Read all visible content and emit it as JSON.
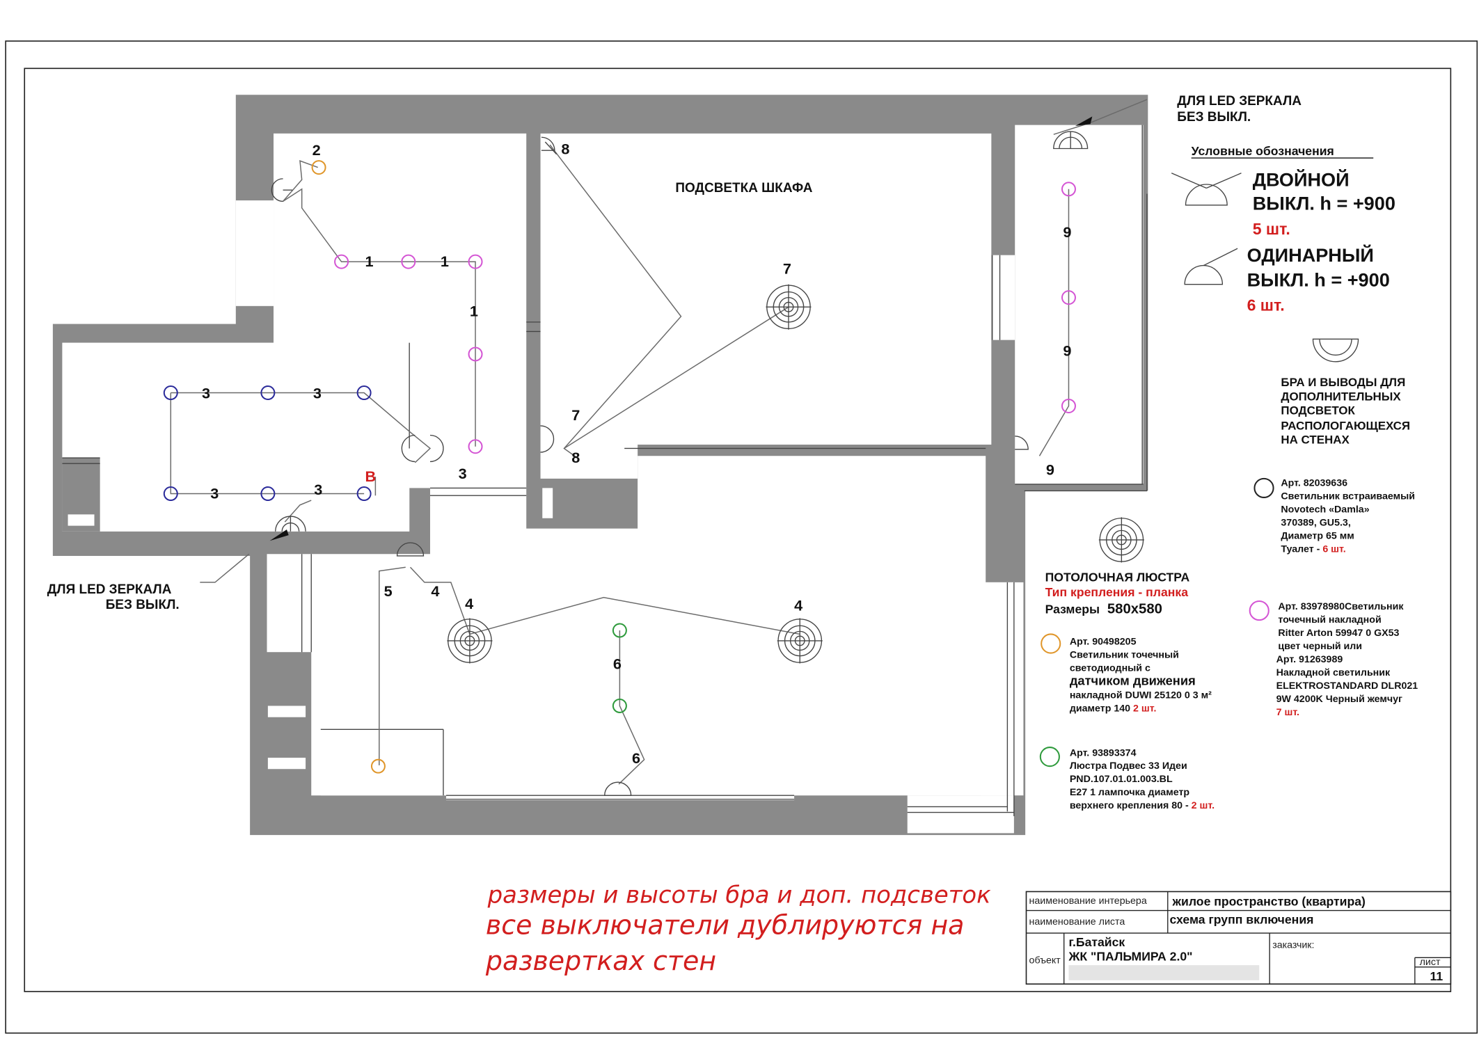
{
  "annotations": {
    "led_mirror_top": [
      "ДЛЯ LED ЗЕРКАЛА",
      "БЕЗ ВЫКЛ."
    ],
    "led_mirror_left": [
      "ДЛЯ LED ЗЕРКАЛА",
      "БЕЗ ВЫКЛ."
    ],
    "wardrobe_light": "ПОДСВЕТКА ШКАФА",
    "switch_mark_b": "B"
  },
  "switch_groups": {
    "g1": "1",
    "g2": "2",
    "g3": "3",
    "g4": "4",
    "g5": "5",
    "g6": "6",
    "g7": "7",
    "g8": "8",
    "g9": "9"
  },
  "legend": {
    "title": "Условные обозначения",
    "double_switch": {
      "line1": "ДВОЙНОЙ",
      "line2": "ВЫКЛ. h = +900",
      "count": "5 шт."
    },
    "single_switch": {
      "line1": "ОДИНАРНЫЙ",
      "line2": "ВЫКЛ. h = +900",
      "count": "6 шт."
    },
    "sconce": [
      "БРА И ВЫВОДЫ ДЛЯ",
      "ДОПОЛНИТЕЛЬНЫХ",
      "ПОДСВЕТОК",
      "РАСПОЛОГАЮЩЕХСЯ",
      "НА СТЕНАХ"
    ],
    "black_spot": [
      "Арт. 82039636",
      "Светильник встраиваемый",
      "Novotech «Damla»",
      "370389, GU5.3,",
      "Диаметр 65 мм"
    ],
    "black_spot_last": "Туалет - ",
    "black_spot_count": "6 шт.",
    "chandelier": {
      "title": "ПОТОЛОЧНАЯ ЛЮСТРА",
      "mount": "Тип крепления - планка",
      "size_label": "Размеры",
      "size_value": "580х580"
    },
    "purple_spot": [
      "Арт. 83978980Светильник",
      "точечный накладной",
      "Ritter Arton 59947 0 GX53",
      "цвет черный или",
      "Арт. 91263989",
      "Накладной светильник",
      "ELEKTROSTANDARD DLR021",
      "9W 4200K Черный жемчуг"
    ],
    "purple_count": "7 шт.",
    "orange_spot": [
      "Арт. 90498205",
      "Светильник точечный",
      "светодиодный с"
    ],
    "orange_sensor": "датчиком движения",
    "orange_spot2": [
      "накладной DUWI 25120 0 3 м²",
      "диаметр 140 "
    ],
    "orange_count": "2 шт.",
    "green_pend": [
      "Арт. 93893374",
      "Люстра Подвес 33 Идеи",
      "PND.107.01.01.003.BL",
      "E27 1 лампочка диаметр",
      "верхнего крепления 80 - "
    ],
    "green_count": "2 шт."
  },
  "notes": [
    "размеры и высоты бра и доп. подсветок",
    "все выключатели дублируются на",
    "развертках стен"
  ],
  "title_block": {
    "interior_label": "наименование интерьера",
    "interior_value": "жилое пространство (квартира)",
    "sheet_name_label": "наименование листа",
    "sheet_name_value": "схема групп включения",
    "object_label": "объект",
    "city": "г.Батайск",
    "complex": "ЖК \"ПАЛЬМИРА 2.0\"",
    "customer_label": "заказчик:",
    "sheet_label": "лист",
    "sheet_number": "11"
  },
  "colors": {
    "purple": "#d455d4",
    "blue": "#2a2a9a",
    "orange": "#e0962a",
    "green": "#2e9a3c",
    "black": "#222222",
    "red": "#d21e1e"
  }
}
